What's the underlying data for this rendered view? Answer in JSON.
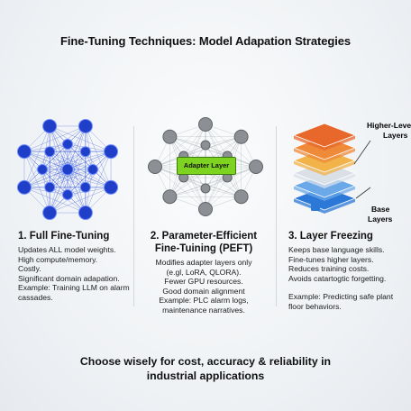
{
  "title": "Fine-Tuning Techniques: Model Adapation Strategies",
  "columns": [
    {
      "heading": "1. Full Fine-Tuning",
      "lines": [
        "Updates ALL model weights.",
        "High compute/memory.",
        "Costly.",
        "Significant domain adapation.",
        "Example: Training LLM on alarm cassades."
      ]
    },
    {
      "heading_line1": "2. Parameter-Efficient",
      "heading_line2": "Fine-Tuining (PEFT)",
      "lines": [
        "Modifies adapter layers only",
        "(e.gl, LoRA, QLORA).",
        "Fewer GPU resources.",
        "Good domain alignment",
        "Example: PLC alarm logs, maintenance narratives."
      ]
    },
    {
      "heading": "3. Layer Freezing",
      "lines": [
        "Keeps base language skills.",
        "Fine-tunes higher layers.",
        "Reduces training costs.",
        "Avoids catartogtic forgetting."
      ],
      "example": "Example: Predicting safe plant floor behaviors."
    }
  ],
  "diagram_labels": {
    "adapter": "Adapter Layer",
    "higher_line1": "Higher-Level",
    "higher_line2": "Layers",
    "base_line1": "Base",
    "base_line2": "Layers"
  },
  "footer_line1": "Choose wisely for cost, accuracy & reliability in",
  "footer_line2": "industrial applications",
  "colors": {
    "full_node": "#1f3fc8",
    "full_edge": "#3b5bd9",
    "peft_node": "#8c8f94",
    "adapter_fill": "#7ed321",
    "layer_top": "#e8672a",
    "layer_base": "#2b78d6",
    "lock": "#2b78d6"
  },
  "icons": [
    "full-network-icon",
    "peft-network-icon",
    "layer-stack-icon",
    "lock-icon"
  ]
}
